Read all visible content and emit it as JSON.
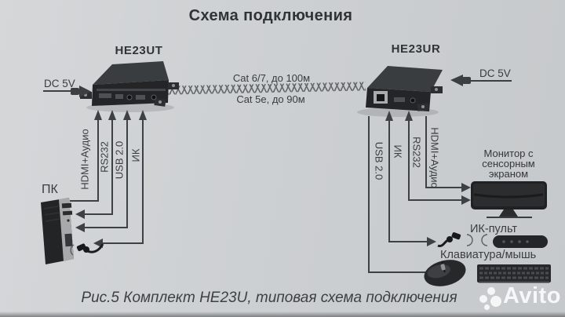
{
  "title": "Схема подключения",
  "transmitter": {
    "name": "HE23UT",
    "power_label": "DC 5V",
    "ports": [
      "HDMI+Аудио",
      "RS232",
      "USB 2.0",
      "ИК"
    ]
  },
  "receiver": {
    "name": "HE23UR",
    "power_label": "DC 5V",
    "ports": [
      "USB 2.0",
      "ИК",
      "RS232",
      "HDMI+Аудио"
    ]
  },
  "cable": {
    "label_top": "Cat 6/7, до 100м",
    "label_bottom": "Cat 5e, до 90м"
  },
  "peripherals": {
    "pc": "ПК",
    "monitor": "Монитор с сенсорным экраном",
    "ir_remote": "ИК-пульт",
    "keyboard_mouse": "Клавиатура/мышь"
  },
  "caption": "Рис.5 Комплект HE23U, типовая схема подключения",
  "watermark": {
    "text": "Avito"
  },
  "icons": {
    "transmitter_box": "extender-transmitter-box",
    "receiver_box": "extender-receiver-box",
    "power_plug_left": "dc-power-plug-arrow",
    "power_plug_right": "dc-power-plug-arrow",
    "utp_cable": "twisted-pair-cable",
    "pc_tower": "desktop-pc-tower",
    "ir_emitter_left": "ir-emitter-cable",
    "monitor": "touch-screen-monitor",
    "ir_receiver_right": "ir-receiver-cable",
    "ir_remote": "ir-remote-control",
    "mouse": "computer-mouse",
    "keyboard": "computer-keyboard"
  },
  "colors": {
    "paper": "#cdd0d2",
    "ink": "#3a3d3f",
    "device_dark": "#232527",
    "watermark": "#f5f7f7"
  }
}
